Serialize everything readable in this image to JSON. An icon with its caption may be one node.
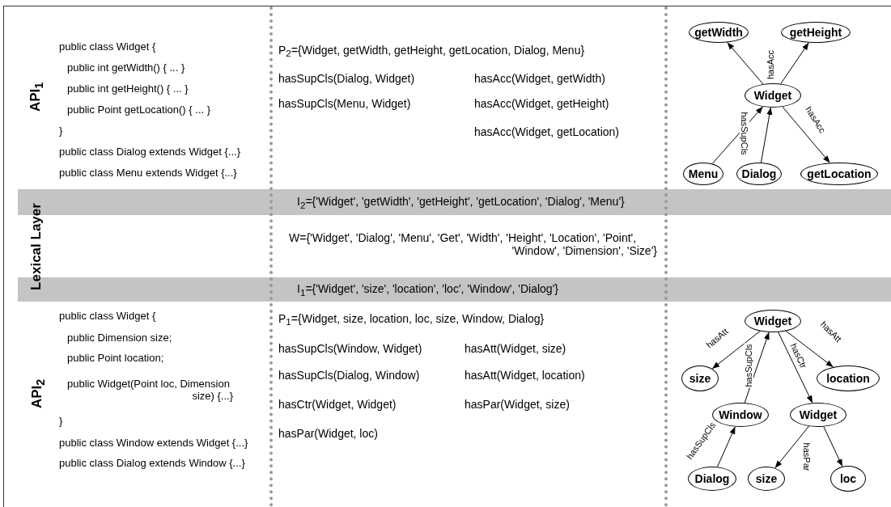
{
  "diagram": {
    "nodes": [
      {
        "text": [
          "getWidth"
        ]
      },
      {
        "text": [
          "getHeight"
        ]
      },
      {
        "text": [
          "Widget"
        ]
      },
      {
        "text": [
          "Menu"
        ]
      },
      {
        "text": [
          "Dialog"
        ]
      },
      {
        "text": [
          "getLocation"
        ]
      },
      {
        "text": [
          "I$_{2}$={'Widget', 'getWidth', 'getHeight', 'getLocation', 'Dialog', 'Menu'}"
        ]
      },
      {
        "text": [
          "I$_{1}$={'Widget', 'size', 'location', 'loc', 'Window', 'Dialog'}"
        ]
      },
      {
        "text": [
          "Widget"
        ]
      },
      {
        "text": [
          "size"
        ]
      },
      {
        "text": [
          "location"
        ]
      },
      {
        "text": [
          "Window"
        ]
      },
      {
        "text": [
          "Widget"
        ]
      },
      {
        "text": [
          "Dialog"
        ]
      },
      {
        "text": [
          "size"
        ]
      },
      {
        "text": [
          "loc"
        ]
      }
    ],
    "edges": [
      {
        "from": 2,
        "to": 0,
        "arrow": "to"
      },
      {
        "from": 2,
        "to": 1,
        "arrow": "to",
        "label": "hasAcc"
      },
      {
        "from": 2,
        "to": 5,
        "arrow": "to",
        "label": "hasAcc"
      },
      {
        "from": 3,
        "to": 2,
        "arrow": "to",
        "label": "hasSupCls"
      },
      {
        "from": 4,
        "to": 2,
        "arrow": "to"
      },
      {
        "from": 8,
        "to": 9,
        "arrow": "to",
        "label": "hasAtt"
      },
      {
        "from": 8,
        "to": 10,
        "arrow": "to",
        "label": "hasAtt"
      },
      {
        "from": 8,
        "to": 12,
        "arrow": "to",
        "label": "hasCtr"
      },
      {
        "from": 11,
        "to": 8,
        "arrow": "to",
        "label": "hasSupCls"
      },
      {
        "from": 13,
        "to": 11,
        "arrow": "to",
        "label": "hasSupCls"
      },
      {
        "from": 12,
        "to": 14,
        "arrow": "to",
        "label": "hasPar"
      },
      {
        "from": 12,
        "to": 15,
        "arrow": "to"
      }
    ],
    "labels": [
      "API$_{1}$",
      "public class Widget {",
      "public int getWidth() { ... }",
      "public int getHeight() { ... }",
      "public Point getLocation() { ... }",
      "}",
      "public class Dialog extends Widget {...}",
      "public class Menu extends Widget {...}",
      "P$_{2}$={Widget, getWidth, getHeight, getLocation, Dialog, Menu}",
      "hasSupCls(Dialog, Widget)",
      "hasAcc(Widget, getWidth)",
      "hasSupCls(Menu, Widget)",
      "hasAcc(Widget, getHeight)",
      "hasAcc(Widget, getLocation)",
      "Lexical Layer",
      "W={'Widget', 'Dialog', 'Menu', 'Get', 'Width', 'Height', 'Location', 'Point', 'Window', 'Dimension', 'Size'}",
      "API$_{2}$",
      "public class Widget {",
      "public Dimension size;",
      "public Point location;",
      "public Widget(Point loc, Dimension size) {...}",
      "}",
      "public class Window extends Widget {...}",
      "public class Dialog extends Window {...}",
      "P$_{1}$={Widget, size, location, loc, size, Window, Dialog}",
      "hasSupCls(Window, Widget)",
      "hasAtt(Widget, size)",
      "hasSupCls(Dialog, Window)",
      "hasAtt(Widget, location)",
      "hasCtr(Widget, Widget)",
      "hasPar(Widget, size)",
      "hasPar(Widget, loc)"
    ]
  }
}
